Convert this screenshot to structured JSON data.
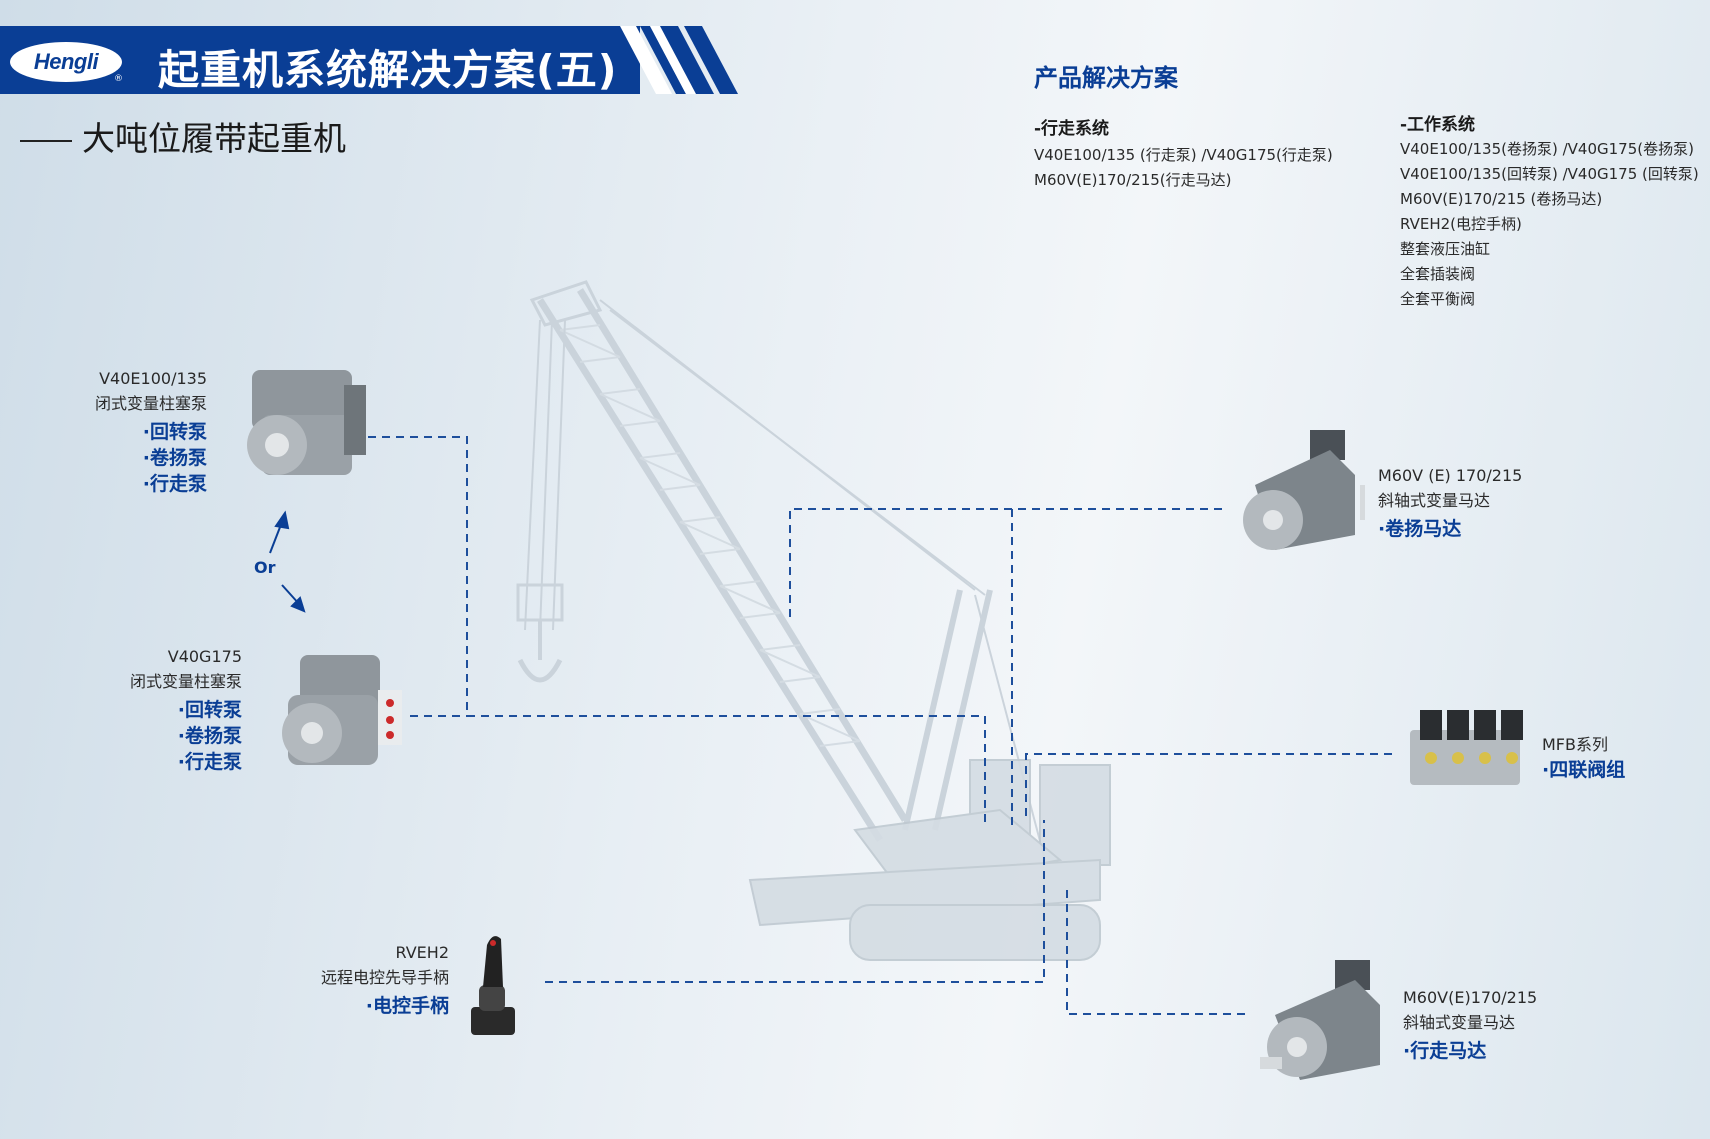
{
  "header": {
    "logo_text": "Hengli",
    "logo_reg": "®",
    "title": "起重机系统解决方案(五)",
    "subtitle": "大吨位履带起重机"
  },
  "solutions": {
    "title": "产品解决方案",
    "travel": {
      "heading": "-行走系统",
      "lines": [
        "V40E100/135 (行走泵) /V40G175(行走泵)",
        "M60V(E)170/215(行走马达)"
      ]
    },
    "work": {
      "heading": "-工作系统",
      "lines": [
        "V40E100/135(卷扬泵) /V40G175(卷扬泵)",
        "V40E100/135(回转泵) /V40G175 (回转泵)",
        "M60V(E)170/215 (卷扬马达)",
        "RVEH2(电控手柄)",
        "整套液压油缸",
        "全套插装阀",
        "全套平衡阀"
      ]
    }
  },
  "products": {
    "pump1": {
      "model": "V40E100/135",
      "desc": "闭式变量柱塞泵",
      "uses": [
        "·回转泵",
        "·卷扬泵",
        "·行走泵"
      ]
    },
    "or_label": "Or",
    "pump2": {
      "model": "V40G175",
      "desc": "闭式变量柱塞泵",
      "uses": [
        "·回转泵",
        "·卷扬泵",
        "·行走泵"
      ]
    },
    "joystick": {
      "model": "RVEH2",
      "desc": "远程电控先导手柄",
      "uses": [
        "·电控手柄"
      ]
    },
    "motor1": {
      "model": "M60V (E) 170/215",
      "desc": "斜轴式变量马达",
      "uses": [
        "·卷扬马达"
      ]
    },
    "valve": {
      "model": "MFB系列",
      "uses": [
        "·四联阀组"
      ]
    },
    "motor2": {
      "model": "M60V(E)170/215",
      "desc": "斜轴式变量马达",
      "uses": [
        "·行走马达"
      ]
    }
  },
  "colors": {
    "brand": "#0a3e95",
    "leader": "#1e4f9c"
  }
}
